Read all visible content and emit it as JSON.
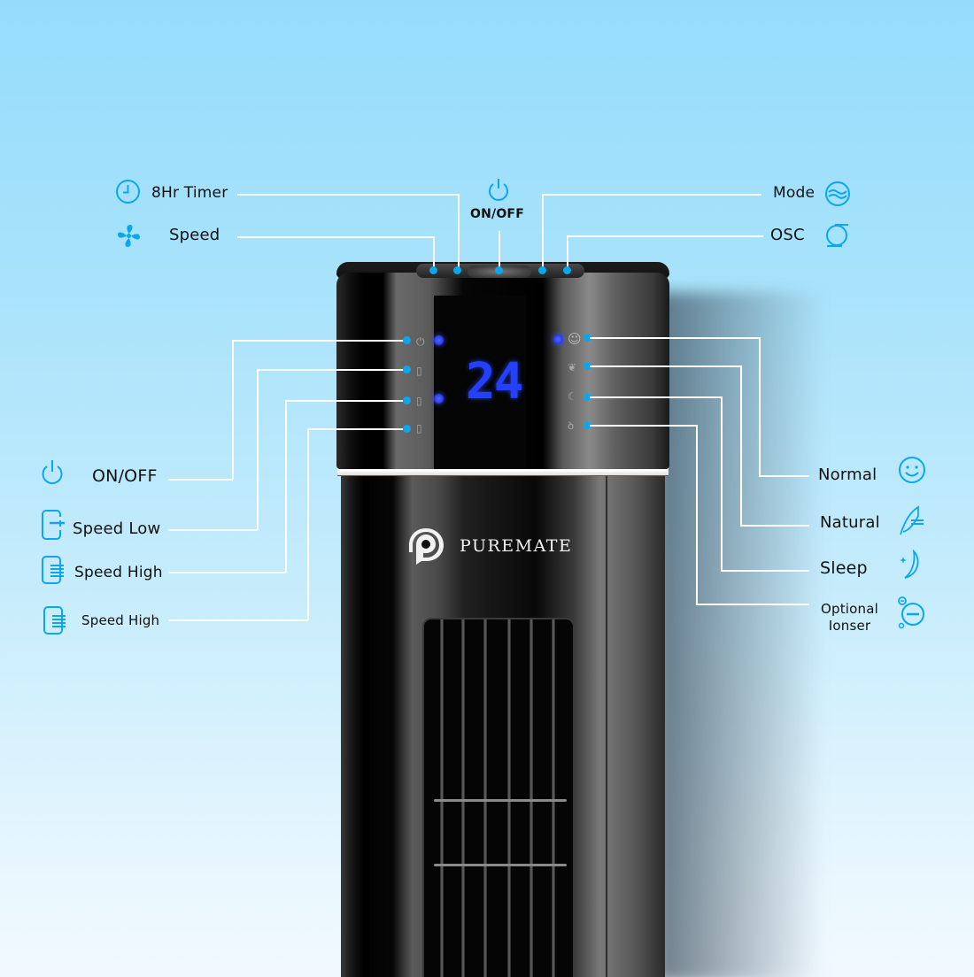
{
  "image": {
    "subject": "tower fan control panel diagram",
    "background_colors": {
      "top": "#95dcfc",
      "bottom": "#f1f9ff"
    },
    "accent_color": "#0aa7f0",
    "callout_line_color": "#ffffff",
    "label_text_color": "#111111"
  },
  "top_callouts": {
    "timer": {
      "label": "8Hr Timer",
      "icon": "clock-icon"
    },
    "speed": {
      "label": "Speed",
      "icon": "fan-icon"
    },
    "power": {
      "label": "ON/OFF",
      "icon": "power-icon"
    },
    "mode": {
      "label": "Mode",
      "icon": "wind-waves-icon"
    },
    "osc": {
      "label": "OSC",
      "icon": "oscillation-icon"
    }
  },
  "left_callouts": [
    {
      "label": "ON/OFF",
      "icon": "power-icon"
    },
    {
      "label": "Speed Low",
      "icon": "speed-low-icon"
    },
    {
      "label": "Speed High",
      "icon": "speed-high-icon"
    },
    {
      "label": "Speed High",
      "icon": "speed-high-icon"
    }
  ],
  "right_callouts": [
    {
      "label": "Normal",
      "icon": "smiley-icon"
    },
    {
      "label": "Natural",
      "icon": "leaf-icon"
    },
    {
      "label": "Sleep",
      "icon": "moon-icon"
    },
    {
      "label": "Optional\nIonser",
      "label_line1": "Optional",
      "label_line2": "Ionser",
      "icon": "ionizer-icon"
    }
  ],
  "device": {
    "brand": "PUREMATE",
    "display_value": "24",
    "display_color": "#2440ff",
    "indicator_led_color": "#2a3aff"
  }
}
